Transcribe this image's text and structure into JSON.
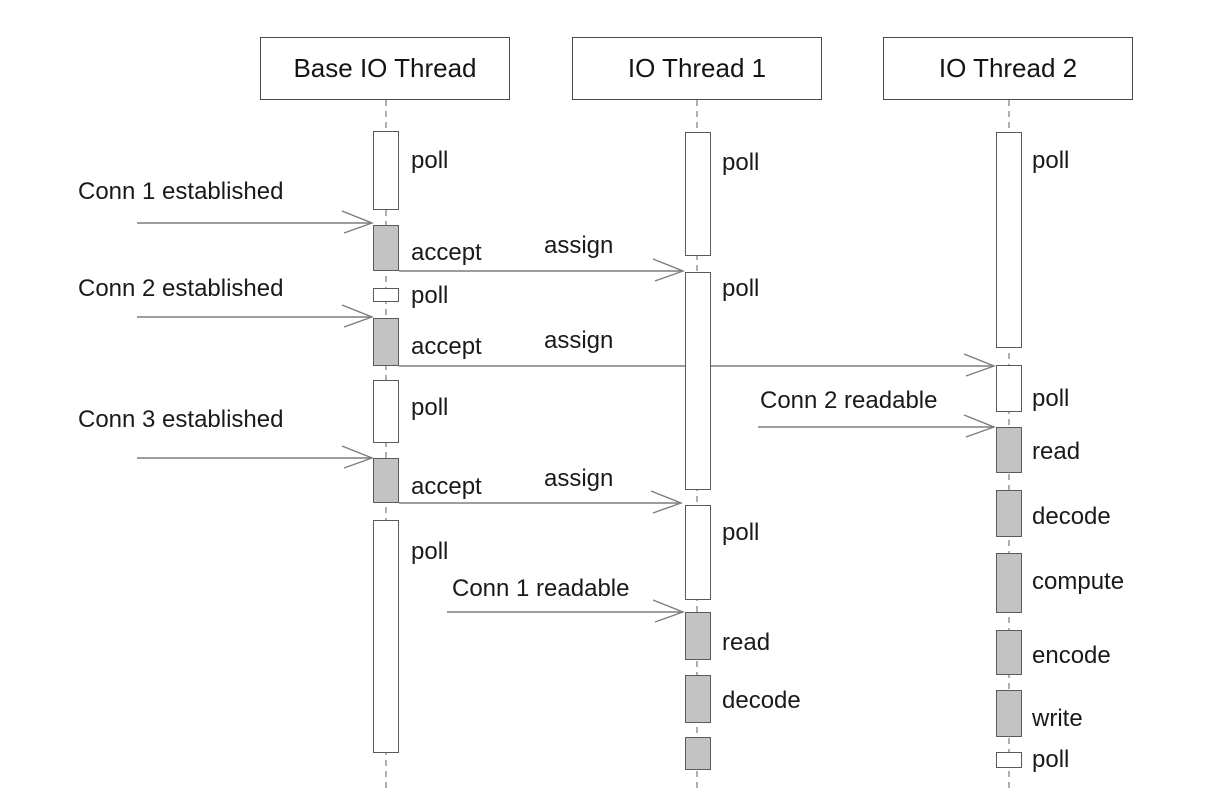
{
  "diagram": {
    "lifelines": [
      {
        "name": "Base IO Thread",
        "activations": [
          {
            "label": "poll",
            "state": "waiting"
          },
          {
            "label": "accept",
            "state": "active"
          },
          {
            "label": "poll",
            "state": "waiting"
          },
          {
            "label": "accept",
            "state": "active"
          },
          {
            "label": "poll",
            "state": "waiting"
          },
          {
            "label": "accept",
            "state": "active"
          },
          {
            "label": "poll",
            "state": "waiting"
          }
        ]
      },
      {
        "name": "IO Thread 1",
        "activations": [
          {
            "label": "poll",
            "state": "waiting"
          },
          {
            "label": "poll",
            "state": "waiting"
          },
          {
            "label": "poll",
            "state": "waiting"
          },
          {
            "label": "read",
            "state": "active"
          },
          {
            "label": "decode",
            "state": "active"
          },
          {
            "label": "",
            "state": "active"
          }
        ]
      },
      {
        "name": "IO Thread 2",
        "activations": [
          {
            "label": "poll",
            "state": "waiting"
          },
          {
            "label": "poll",
            "state": "waiting"
          },
          {
            "label": "read",
            "state": "active"
          },
          {
            "label": "decode",
            "state": "active"
          },
          {
            "label": "compute",
            "state": "active"
          },
          {
            "label": "encode",
            "state": "active"
          },
          {
            "label": "write",
            "state": "active"
          },
          {
            "label": "poll",
            "state": "waiting"
          }
        ]
      }
    ],
    "messages": [
      {
        "label": "Conn 1 established",
        "from": "external",
        "to": "Base IO Thread"
      },
      {
        "label": "assign",
        "from": "Base IO Thread",
        "to": "IO Thread 1"
      },
      {
        "label": "Conn 2 established",
        "from": "external",
        "to": "Base IO Thread"
      },
      {
        "label": "assign",
        "from": "Base IO Thread",
        "to": "IO Thread 2"
      },
      {
        "label": "Conn 3 established",
        "from": "external",
        "to": "Base IO Thread"
      },
      {
        "label": "assign",
        "from": "Base IO Thread",
        "to": "IO Thread 1"
      },
      {
        "label": "Conn 2 readable",
        "from": "external",
        "to": "IO Thread 2"
      },
      {
        "label": "Conn 1 readable",
        "from": "external",
        "to": "IO Thread 1"
      }
    ],
    "colors": {
      "active_fill": "#c3c3c3",
      "idle_fill": "#ffffff",
      "box_border": "#5a5a5a",
      "line": "#7d7d7d",
      "text": "#1a1a1a"
    }
  }
}
